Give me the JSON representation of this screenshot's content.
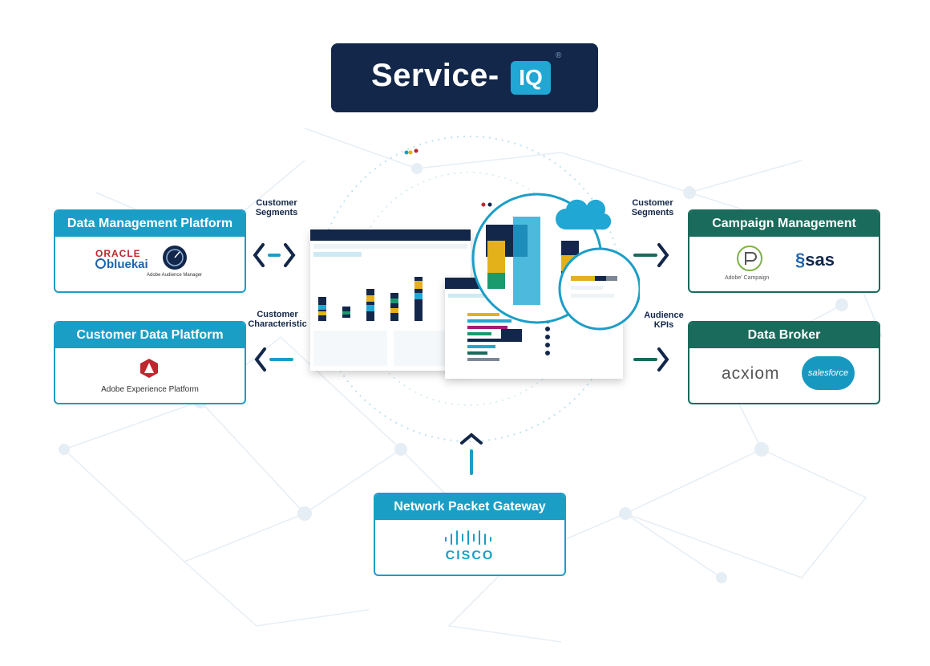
{
  "logo": {
    "word": "Service-",
    "iq": "IQ",
    "reg": "®"
  },
  "boxes": {
    "dmp": {
      "title": "Data Management Platform",
      "oracle": "ORACLE",
      "bluekai": "bluekai",
      "aam": "Adobe Audience Manager"
    },
    "cdp": {
      "title": "Customer Data Platform",
      "aep": "Adobe Experience Platform"
    },
    "cms": {
      "title": "Campaign Management System",
      "campaign": "Adobe' Campaign",
      "sas": "sas"
    },
    "broker": {
      "title": "Data Broker",
      "acxiom": "acxiom",
      "salesforce": "salesforce"
    },
    "npg": {
      "title": "Network Packet Gateway",
      "cisco": "CISCO"
    }
  },
  "labels": {
    "left_top": [
      "Customer",
      "Segments"
    ],
    "left_bottom": [
      "Customer",
      "Characteristic"
    ],
    "right_top": [
      "Customer",
      "Segments"
    ],
    "right_bottom": [
      "Audience",
      "KPIs"
    ]
  },
  "colors": {
    "navy": "#13274a",
    "blue": "#1b9ec6",
    "green": "#1a6b5b",
    "accent": "#21a7d4"
  }
}
